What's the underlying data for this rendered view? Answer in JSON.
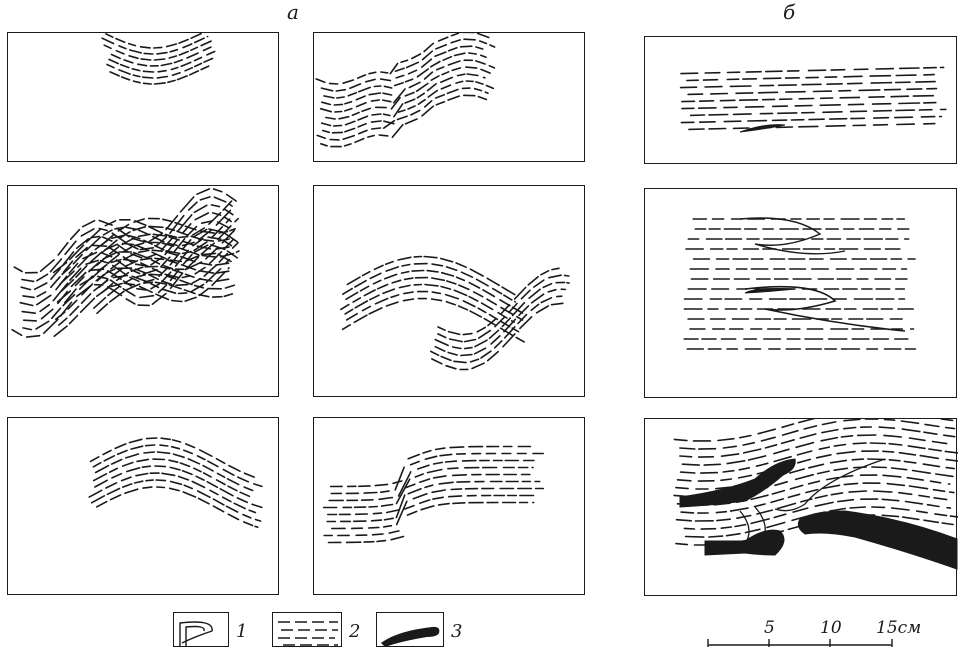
{
  "labels": {
    "left": "а",
    "right": "б"
  },
  "legend": [
    {
      "num": "1",
      "symbol": "folded-line-icon"
    },
    {
      "num": "2",
      "symbol": "dashed-lines-icon"
    },
    {
      "num": "3",
      "symbol": "black-lens-icon"
    }
  ],
  "scale": {
    "t5": "5",
    "t10": "10",
    "t15": "15см"
  }
}
